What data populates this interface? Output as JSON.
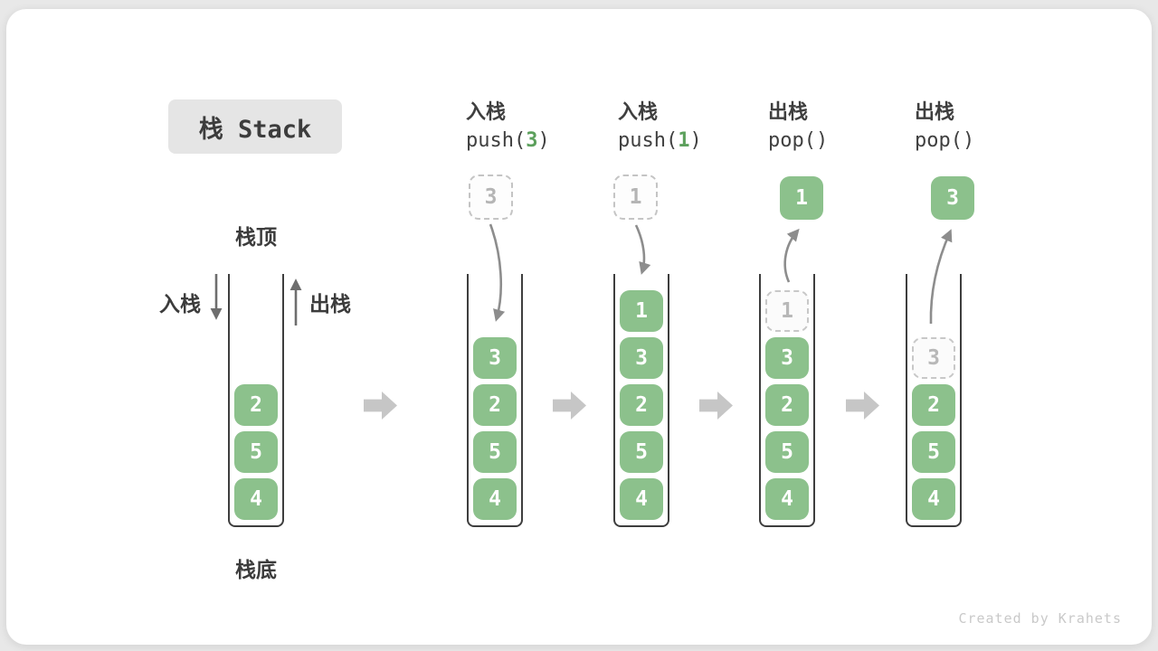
{
  "title": "栈 Stack",
  "labels": {
    "stack_top": "栈顶",
    "stack_bottom": "栈底",
    "push": "入栈",
    "pop": "出栈"
  },
  "watermark": "Created by Krahets",
  "colors": {
    "cell_green": "#8cc18c",
    "code_arg_green": "#5ca05c",
    "ghost_grey": "#c8c8c8",
    "wall_dark": "#3e3e3e",
    "flow_arrow_grey": "#c6c6c6",
    "curve_arrow_grey": "#8d8d8d"
  },
  "steps": [
    {
      "name": "initial",
      "op": null,
      "floating": null,
      "cells": [
        {
          "value": "2",
          "slot": 2,
          "ghost": false
        },
        {
          "value": "5",
          "slot": 1,
          "ghost": false
        },
        {
          "value": "4",
          "slot": 0,
          "ghost": false
        }
      ]
    },
    {
      "name": "push-3",
      "op": {
        "label": "入栈",
        "pre": "push(",
        "arg": "3",
        "post": ")"
      },
      "floating": {
        "style": "dashed",
        "value": "3"
      },
      "arrow": "in",
      "cells": [
        {
          "value": "3",
          "slot": 3,
          "ghost": false
        },
        {
          "value": "2",
          "slot": 2,
          "ghost": false
        },
        {
          "value": "5",
          "slot": 1,
          "ghost": false
        },
        {
          "value": "4",
          "slot": 0,
          "ghost": false
        }
      ]
    },
    {
      "name": "push-1",
      "op": {
        "label": "入栈",
        "pre": "push(",
        "arg": "1",
        "post": ")"
      },
      "floating": {
        "style": "dashed",
        "value": "1"
      },
      "arrow": "in",
      "cells": [
        {
          "value": "1",
          "slot": 4,
          "ghost": false
        },
        {
          "value": "3",
          "slot": 3,
          "ghost": false
        },
        {
          "value": "2",
          "slot": 2,
          "ghost": false
        },
        {
          "value": "5",
          "slot": 1,
          "ghost": false
        },
        {
          "value": "4",
          "slot": 0,
          "ghost": false
        }
      ]
    },
    {
      "name": "pop-1",
      "op": {
        "label": "出栈",
        "pre": "pop(",
        "arg": "",
        "post": ")"
      },
      "floating": {
        "style": "solid",
        "value": "1"
      },
      "arrow": "out",
      "cells": [
        {
          "value": "1",
          "slot": 4,
          "ghost": true
        },
        {
          "value": "3",
          "slot": 3,
          "ghost": false
        },
        {
          "value": "2",
          "slot": 2,
          "ghost": false
        },
        {
          "value": "5",
          "slot": 1,
          "ghost": false
        },
        {
          "value": "4",
          "slot": 0,
          "ghost": false
        }
      ]
    },
    {
      "name": "pop-3",
      "op": {
        "label": "出栈",
        "pre": "pop(",
        "arg": "",
        "post": ")"
      },
      "floating": {
        "style": "solid",
        "value": "3"
      },
      "arrow": "out",
      "cells": [
        {
          "value": "3",
          "slot": 3,
          "ghost": true
        },
        {
          "value": "2",
          "slot": 2,
          "ghost": false
        },
        {
          "value": "5",
          "slot": 1,
          "ghost": false
        },
        {
          "value": "4",
          "slot": 0,
          "ghost": false
        }
      ]
    }
  ]
}
